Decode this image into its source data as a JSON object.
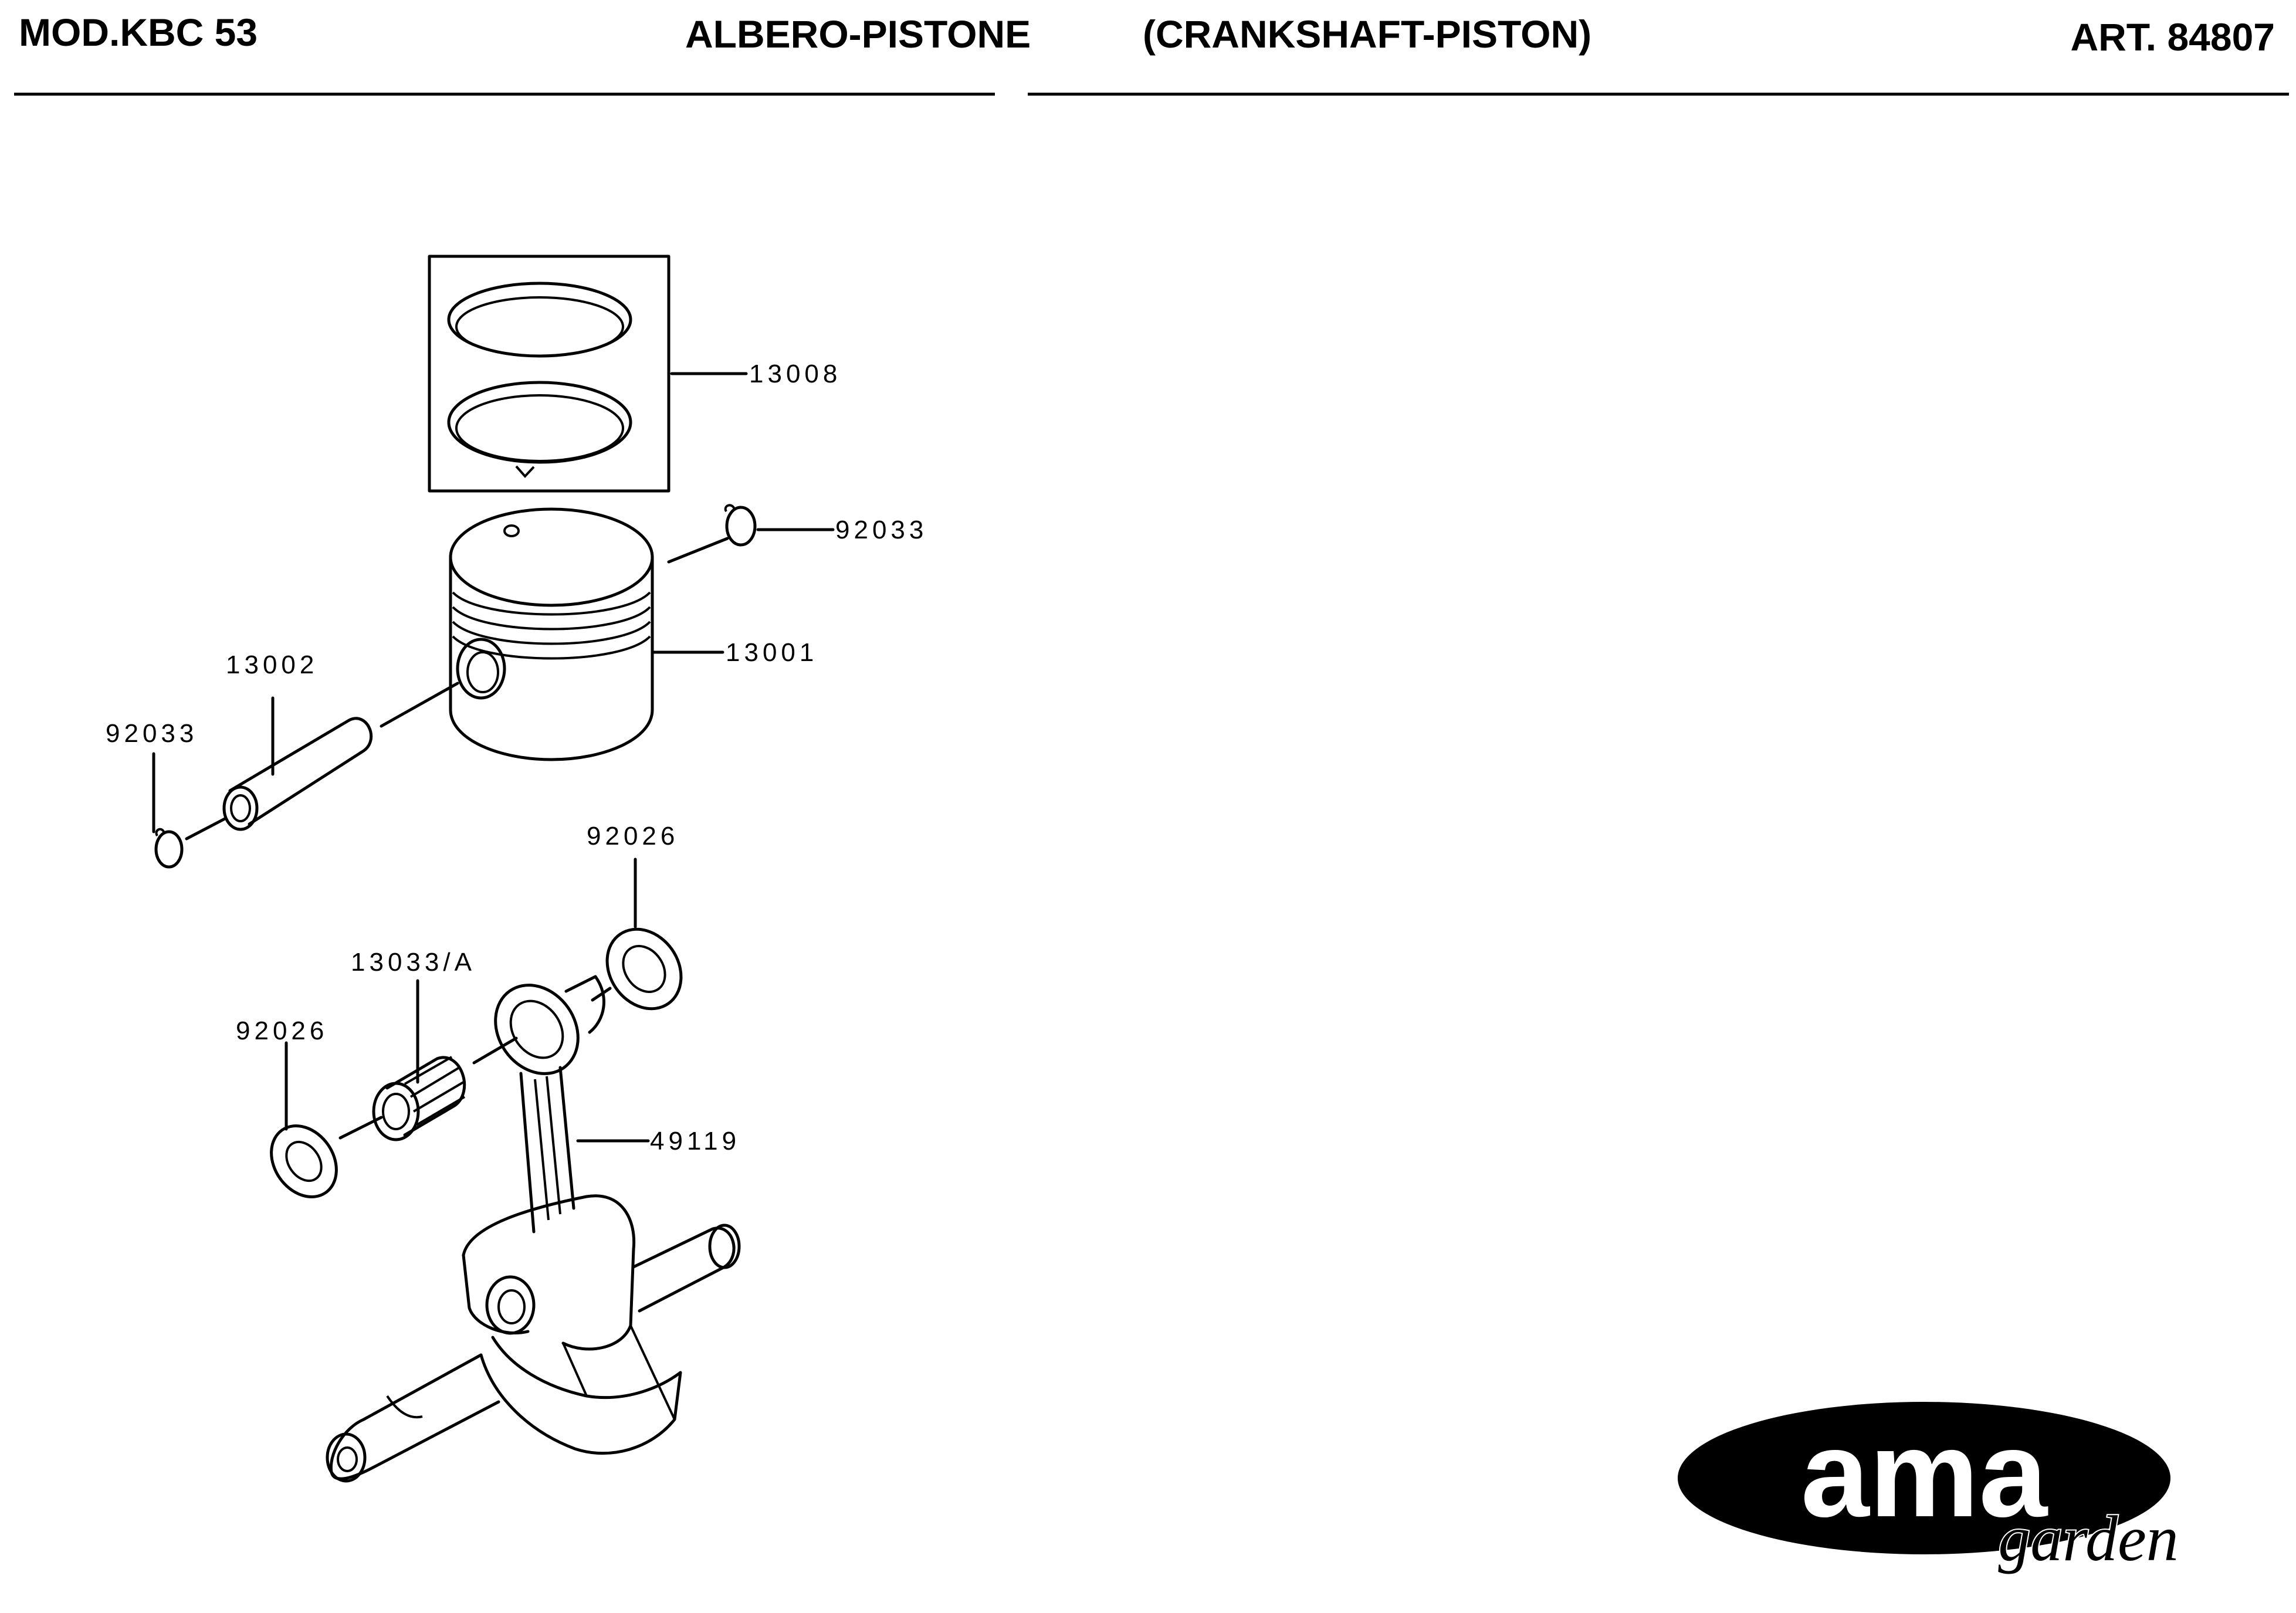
{
  "header": {
    "model": "MOD.KBC 53",
    "title_it": "ALBERO-PISTONE",
    "title_en": "(CRANKSHAFT-PISTON)",
    "article": "ART. 84807"
  },
  "parts": [
    {
      "id": "13008"
    },
    {
      "id": "92033"
    },
    {
      "id": "13001"
    },
    {
      "id": "13002"
    },
    {
      "id": "92033"
    },
    {
      "id": "92026"
    },
    {
      "id": "13033/A"
    },
    {
      "id": "92026"
    },
    {
      "id": "49119"
    }
  ],
  "logo": {
    "brand": "ama",
    "sub": "garden"
  }
}
